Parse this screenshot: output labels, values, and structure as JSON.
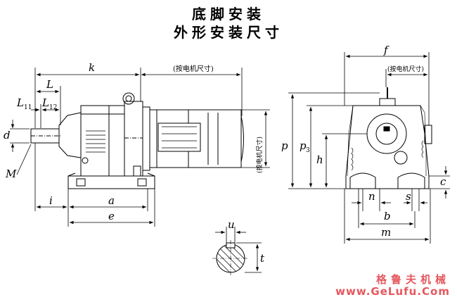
{
  "title": {
    "line1": "底脚安装",
    "line2": "外形安装尺寸"
  },
  "notes": {
    "motor_dim": "(按电机尺寸)",
    "motor_dim_vertical": "(按电机尺寸)"
  },
  "front_view": {
    "labels": {
      "k": "k",
      "L": "L",
      "L11_main": "L",
      "L11_sub": "11",
      "L12_main": "L",
      "L12_sub": "12",
      "d": "d",
      "M": "M",
      "i": "i",
      "a": "a",
      "e": "e"
    }
  },
  "side_view": {
    "labels": {
      "f": "f",
      "p": "p",
      "p3_main": "p",
      "p3_sub": "3",
      "h": "h",
      "c": "c",
      "n": "n",
      "s": "s",
      "b": "b",
      "m": "m"
    }
  },
  "section_view": {
    "labels": {
      "u": "u",
      "t": "t"
    }
  },
  "watermark": {
    "brand": "格鲁夫机械",
    "url": "www.GeLufu.Com"
  },
  "colors": {
    "line": "#000000",
    "watermark": "#e5585f",
    "background": "#ffffff"
  }
}
